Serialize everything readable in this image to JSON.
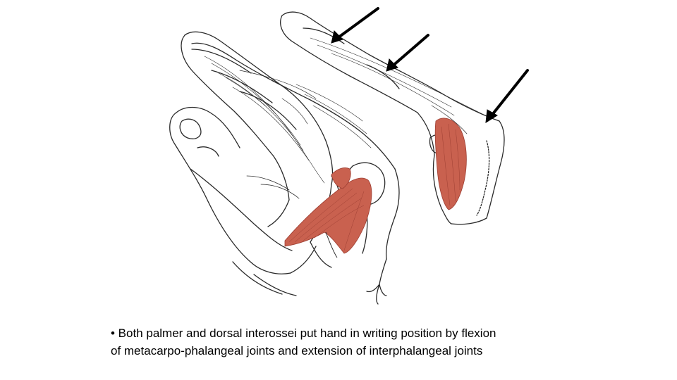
{
  "slide": {
    "caption_lines": [
      "• Both palmer and dorsal interossei put hand in writing position by flexion",
      "of metacarpo-phalangeal joints and extension of interphalangeal joints"
    ]
  },
  "illustration": {
    "icon": "hand-anatomy-illustration",
    "colors": {
      "outline": "#2a2a2a",
      "muscle": "#c9614f",
      "muscle_dark": "#9e3f33",
      "arrow": "#000000"
    }
  }
}
